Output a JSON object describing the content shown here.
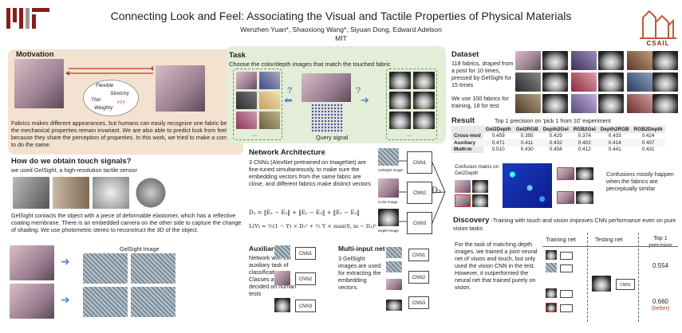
{
  "header": {
    "logo": "MIT",
    "title": "Connecting Look and Feel: Associating the Visual and Tactile Properties of Physical Materials",
    "authors": "Wenzhen Yuan*, Shaoxiong Wang*, Siyuan Dong, Edward Adelson",
    "affiliation": "MIT",
    "lab_logo": "CSAIL"
  },
  "motivation": {
    "heading": "Motivation",
    "words": [
      "Flexible",
      "Stretchy",
      "Thin",
      "Weighty",
      "???"
    ],
    "body": "Fabrics makes different appearances, but humans can easily recognize one fabric because the mechanical properties remain invariant. We are also able to predict look from feel because they share the perception of properties. In this work, we tried to make a computer to do the same."
  },
  "touch": {
    "heading": "How do we obtain touch signals?",
    "sub_prefix": "we used ",
    "sub_em": "GelSight",
    "sub_suffix": ", a high-resolution tactile sensor",
    "body": "GelSight contacts the object with a piece of deformable elastomer, which has a reflective coating membrane. There is an embedded camera on the other side to capture the change of shading. We use photometric stereo to reconstruct the 3D of the object.",
    "image_label": "GelSight Image"
  },
  "task": {
    "heading": "Task",
    "sub": "Choose the color/depth images that match the touched fabric",
    "query": "Query signal",
    "q": "?",
    "ellipsis": "..."
  },
  "network": {
    "heading": "Network Architecture",
    "body": "3 CNNs (AlexNet pretrained on ImageNet) are fine-tuned simultaneously, to make sure the embedding vectors from the same fabric are close, and different fabrics make distinct vectors",
    "eq1": "D₃ = ‖E₁ − E₂‖ + ‖E₂ − E₃‖ + ‖E₁ − E₃‖",
    "eq2": "L(Y) = ½(1 − Y) × D₃² + ½ Y × max(0, m − D₃)²",
    "cnn": [
      "CNN1",
      "CNN2",
      "CNN3"
    ],
    "input_labels": [
      "GelSight Image",
      "Color Image",
      "Depth Image"
    ],
    "d3": "D₃"
  },
  "aux": {
    "heading": "Auxiliary net",
    "body": "Network with the auxiliary task of classification. Classes are decided on human tests"
  },
  "multi": {
    "heading": "Multi-input net",
    "body": "3 GelSight images are used for extracting the embedding vectors."
  },
  "dataset": {
    "heading": "Dataset",
    "body1": "118 fabrics, draped from a post for 10 times, pressed by GelSight for 15 times",
    "body2": "We use 100 fabrics for training, 18 for test"
  },
  "result": {
    "heading": "Result",
    "sub": "Top 1 precision on 'pick 1 from 10' experiment",
    "columns": [
      "",
      "Gel2Depth",
      "Gel2RGB",
      "Depth2Gel",
      "RGB2Gel",
      "Depth2RGB",
      "RGB2Depth"
    ],
    "rows": [
      [
        "Cross-mod",
        "0.459",
        "0.395",
        "0.429",
        "0.374",
        "0.433",
        "0.424"
      ],
      [
        "Auxiliary",
        "0.471",
        "0.411",
        "0.432",
        "0.402",
        "0.414",
        "0.407"
      ],
      [
        "Multi-in",
        "0.510",
        "0.430",
        "0.458",
        "0.412",
        "0.441",
        "0.431"
      ]
    ],
    "confusion_label": "Confusion matrix on Gel2Depth",
    "confusion_note": "Confusions mostly happen when the fabrics are perceptually similar"
  },
  "discovery": {
    "heading": "Discovery",
    "headline": "-Training with touch and vision improves CNN performance even on pure vision tasks",
    "body": "For the task of matching depth images, we trained a joint neural net of vision and touch, but only used the vision CNN in the test. However, it outperformed the neural net that trained purely on vision.",
    "col_train": "Training net",
    "col_test": "Testing net",
    "col_prec": "Top 1 precision",
    "prec1": "0.554",
    "prec2": "0.660",
    "better": "(better)",
    "cnn": "CNN1"
  },
  "colors": {
    "motivation_bg": "#f4e2d0",
    "task_bg": "#e3edd7",
    "accent_red": "#c0392b",
    "arrow_blue": "#5a86c9"
  }
}
